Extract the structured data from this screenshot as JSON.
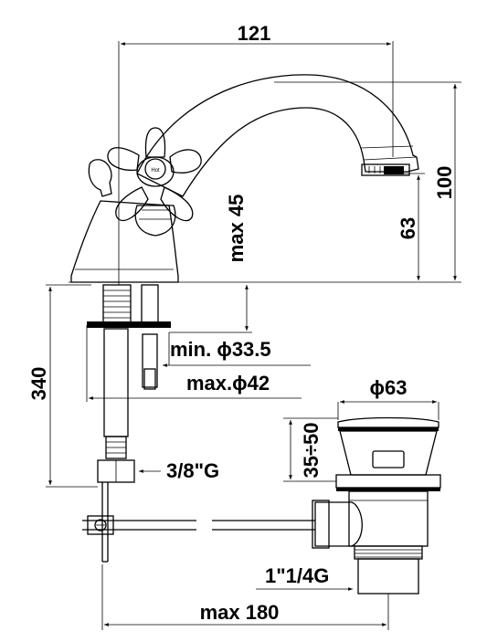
{
  "dimensions": {
    "top_width": "121",
    "total_height": "100",
    "spout_height": "63",
    "max_45": "max 45",
    "height_340": "340",
    "min_diameter": "min. ϕ33.5",
    "max_diameter": "max.ϕ42",
    "thread_3_8": "3/8\"G",
    "drain_diameter": "ϕ63",
    "drain_range": "35÷50",
    "drain_thread": "1\"1/4G",
    "max_180": "max 180"
  },
  "handle_label": "Hot",
  "colors": {
    "line": "#000000",
    "background": "#ffffff",
    "hatch": "#444444"
  }
}
